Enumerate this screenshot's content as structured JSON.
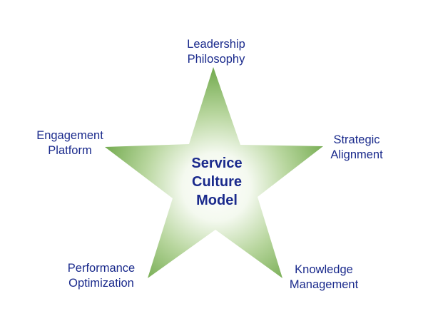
{
  "diagram": {
    "center": {
      "line1": "Service",
      "line2": "Culture",
      "line3": "Model"
    },
    "points": {
      "top": {
        "line1": "Leadership",
        "line2": "Philosophy"
      },
      "right": {
        "line1": "Strategic",
        "line2": "Alignment"
      },
      "bottom_right": {
        "line1": "Knowledge",
        "line2": "Management"
      },
      "bottom_left": {
        "line1": "Performance",
        "line2": "Optimization"
      },
      "left": {
        "line1": "Engagement",
        "line2": "Platform"
      }
    },
    "colors": {
      "star_edge": "#6fa84a",
      "star_center": "#ffffff",
      "text": "#1a2a8c"
    }
  }
}
